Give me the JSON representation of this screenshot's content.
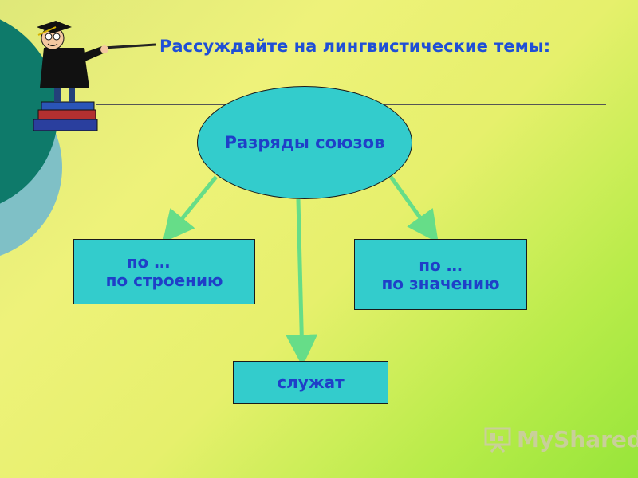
{
  "slide": {
    "title": "Рассуждайте на лингвистические темы:"
  },
  "diagram": {
    "center": "Разряды союзов",
    "left": {
      "line1": "по …",
      "line2": "по строению"
    },
    "right": {
      "line1": "по …",
      "line2": "по значению"
    },
    "bottom": "служат"
  },
  "logo": {
    "text": "MyShared"
  },
  "colors": {
    "node_fill": "#33cccc",
    "node_text": "#1f3fc8",
    "title_text": "#1f4fd6",
    "arrow": "#66dd88",
    "circle_dark": "#0e7a6a",
    "circle_light": "#7fc0c6"
  }
}
